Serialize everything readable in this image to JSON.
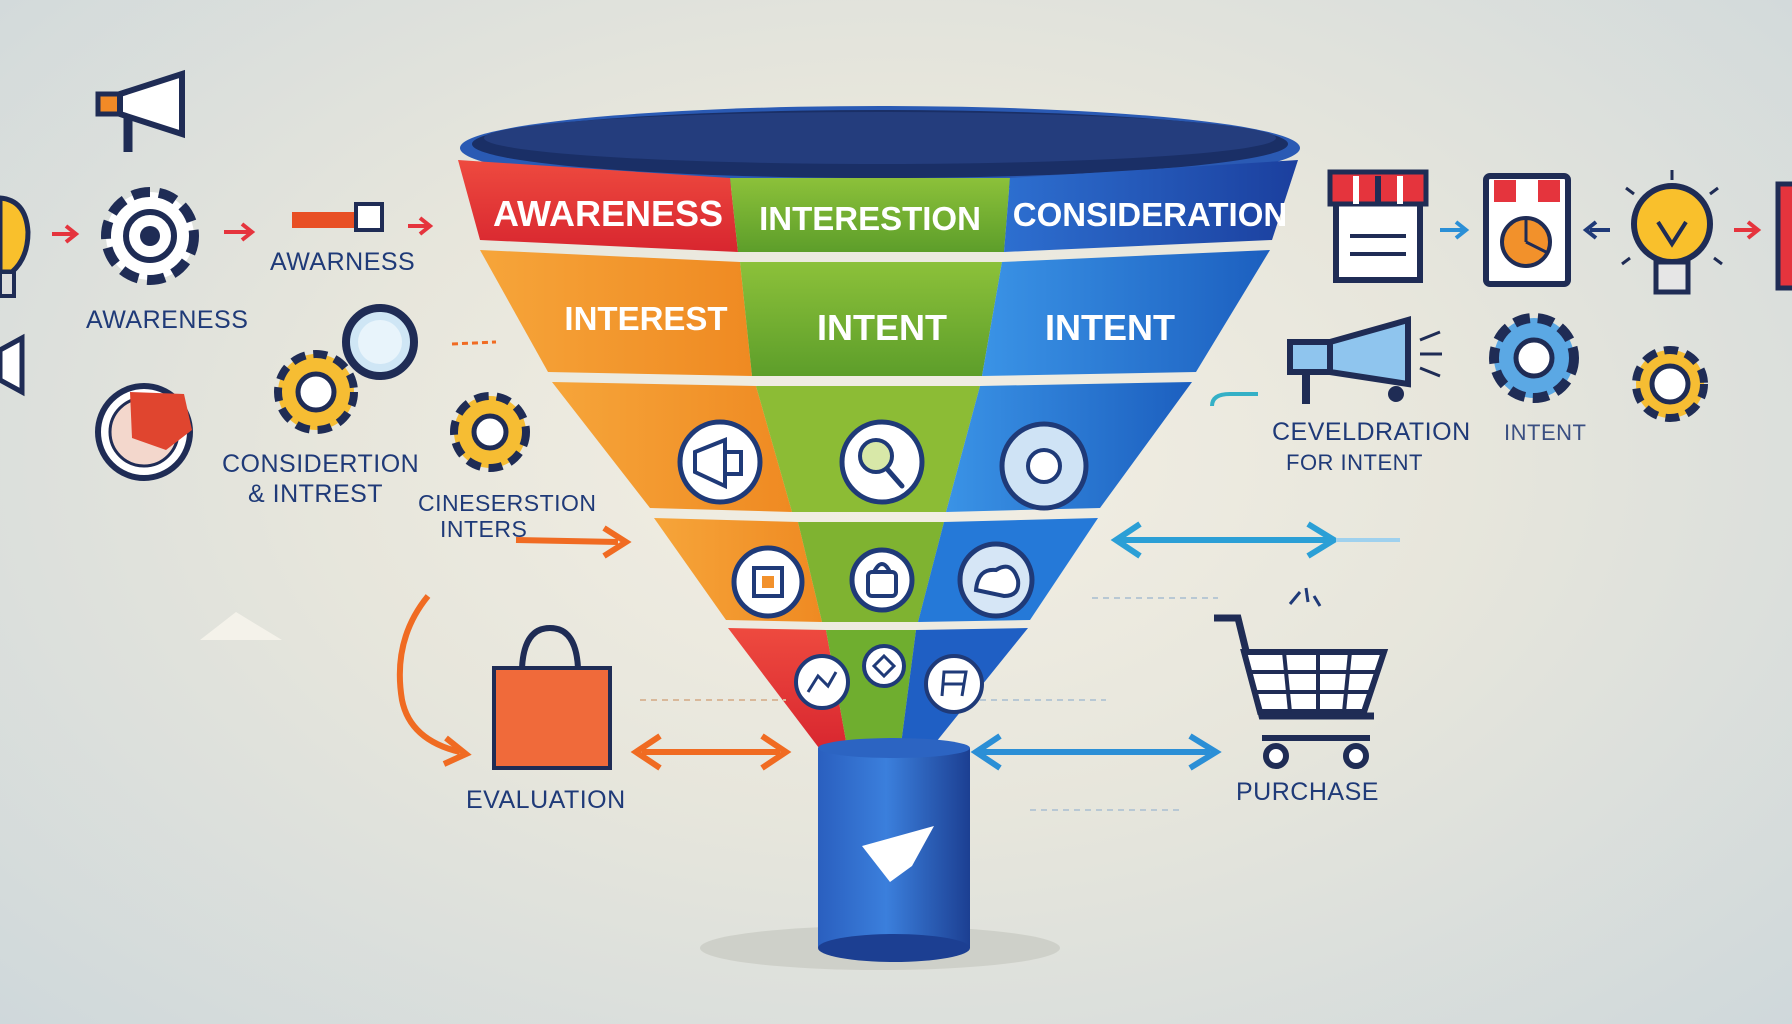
{
  "funnel": {
    "band1": {
      "left": "AWARENESS",
      "middle": "INTERESTION",
      "right": "CONSIDERATION"
    },
    "band2": {
      "left": "INTEREST",
      "middle": "INTENT",
      "right": "INTENT"
    }
  },
  "labels": {
    "awarness_top": "AWARNESS",
    "awareness_left": "AWARENESS",
    "consideration_left_1": "CONSIDERTION",
    "consideration_left_2": "& INTREST",
    "cinesersation_1": "CINESERSTION",
    "cinesersation_2": "INTERS",
    "evaluation": "EVALUATION",
    "purchase": "PURCHASE",
    "ceveldration_1": "CEVELDRATION",
    "ceveldration_2": "FOR INTENT",
    "intent_right": "INTENT"
  },
  "colors": {
    "red": "#e5343d",
    "orange": "#f2912b",
    "green": "#6fae2f",
    "blue": "#1f6fd0",
    "navy": "#1f3a78",
    "accent_orange": "#f06b22",
    "accent_blue": "#2b8fd6"
  }
}
